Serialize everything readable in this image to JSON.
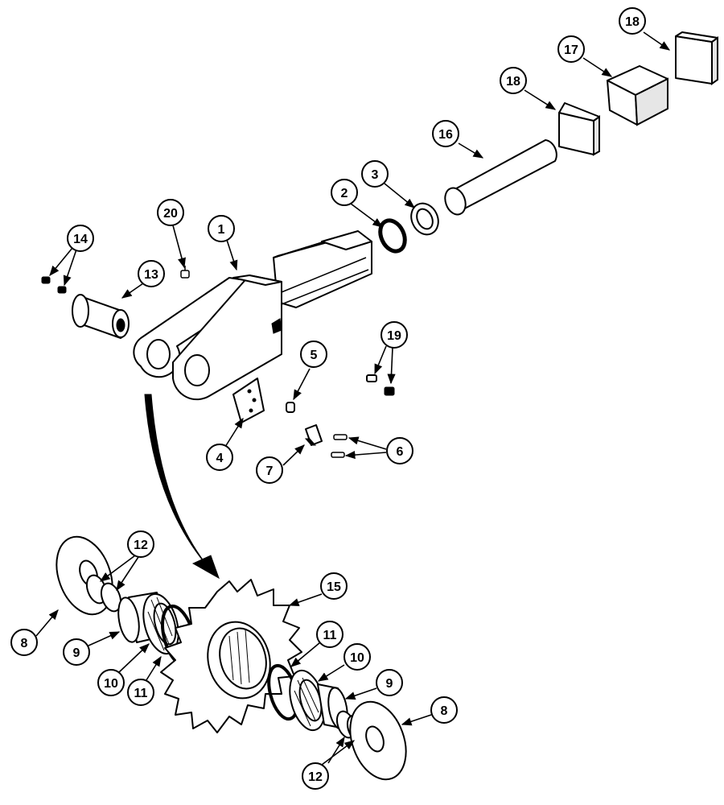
{
  "colors": {
    "line": "#000000",
    "background": "#ffffff"
  },
  "callouts": {
    "c1": "1",
    "c2": "2",
    "c3": "3",
    "c4": "4",
    "c5": "5",
    "c6": "6",
    "c7": "7",
    "c8a": "8",
    "c8b": "8",
    "c9a": "9",
    "c9b": "9",
    "c10a": "10",
    "c10b": "10",
    "c11a": "11",
    "c11b": "11",
    "c12a": "12",
    "c12b": "12",
    "c13": "13",
    "c14": "14",
    "c15": "15",
    "c16": "16",
    "c17": "17",
    "c18a": "18",
    "c18b": "18",
    "c19": "19",
    "c20": "20"
  }
}
